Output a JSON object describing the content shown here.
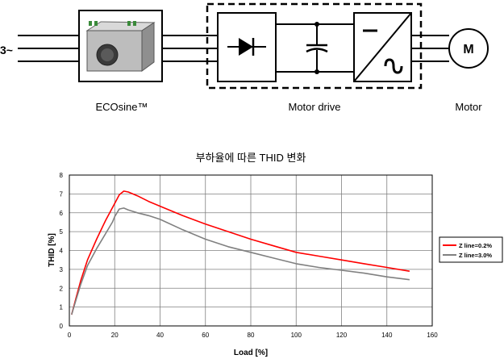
{
  "diagram": {
    "input_label": "3~",
    "filter_label": "ECOsine™",
    "drive_label": "Motor drive",
    "motor_label": "Motor",
    "motor_symbol": "M"
  },
  "chart_data": {
    "type": "line",
    "title": "부하율에 따른 THID 변화",
    "xlabel": "Load [%]",
    "ylabel": "THID [%]",
    "xlim": [
      0,
      160
    ],
    "ylim": [
      0,
      8
    ],
    "xticks": [
      "0",
      "20",
      "40",
      "60",
      "80",
      "100",
      "120",
      "140",
      "160"
    ],
    "yticks": [
      "0",
      "1",
      "2",
      "3",
      "4",
      "5",
      "6",
      "7",
      "8"
    ],
    "grid": true,
    "legend_position": "right",
    "series": [
      {
        "name": "Z line=0.2%",
        "color": "#ff0000",
        "points": [
          [
            1,
            0.6
          ],
          [
            3,
            1.5
          ],
          [
            5,
            2.4
          ],
          [
            8,
            3.5
          ],
          [
            12,
            4.6
          ],
          [
            16,
            5.6
          ],
          [
            20,
            6.5
          ],
          [
            22,
            6.95
          ],
          [
            24,
            7.15
          ],
          [
            26,
            7.1
          ],
          [
            30,
            6.9
          ],
          [
            35,
            6.6
          ],
          [
            40,
            6.35
          ],
          [
            50,
            5.85
          ],
          [
            60,
            5.4
          ],
          [
            70,
            5.0
          ],
          [
            80,
            4.6
          ],
          [
            90,
            4.25
          ],
          [
            100,
            3.9
          ],
          [
            110,
            3.7
          ],
          [
            120,
            3.5
          ],
          [
            130,
            3.3
          ],
          [
            140,
            3.1
          ],
          [
            150,
            2.9
          ]
        ]
      },
      {
        "name": "Z line=3.0%",
        "color": "#808080",
        "points": [
          [
            1,
            0.6
          ],
          [
            3,
            1.4
          ],
          [
            5,
            2.2
          ],
          [
            8,
            3.2
          ],
          [
            12,
            4.1
          ],
          [
            16,
            4.9
          ],
          [
            19,
            5.5
          ],
          [
            20,
            5.8
          ],
          [
            22,
            6.2
          ],
          [
            24,
            6.25
          ],
          [
            26,
            6.15
          ],
          [
            30,
            6.0
          ],
          [
            35,
            5.85
          ],
          [
            40,
            5.65
          ],
          [
            50,
            5.1
          ],
          [
            60,
            4.6
          ],
          [
            70,
            4.2
          ],
          [
            80,
            3.9
          ],
          [
            90,
            3.6
          ],
          [
            100,
            3.3
          ],
          [
            110,
            3.1
          ],
          [
            120,
            2.95
          ],
          [
            130,
            2.8
          ],
          [
            140,
            2.6
          ],
          [
            150,
            2.45
          ]
        ]
      }
    ]
  },
  "colors": {
    "axis": "#000000",
    "grid": "#808080",
    "line": "#000000"
  }
}
